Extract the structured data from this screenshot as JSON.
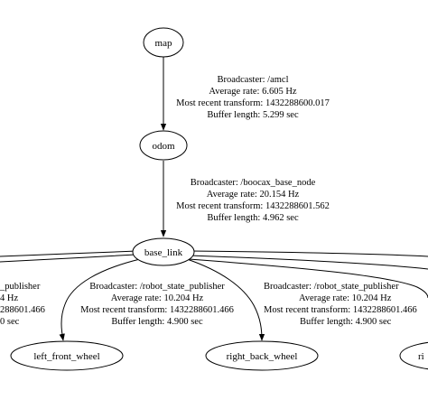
{
  "graph": {
    "nodes": {
      "map": "map",
      "odom": "odom",
      "base_link": "base_link",
      "left_front_wheel": "left_front_wheel",
      "right_back_wheel": "right_back_wheel",
      "right_front_wheel_partial": "ri"
    },
    "edges": {
      "map_odom": {
        "broadcaster": "Broadcaster: /amcl",
        "average_rate": "Average rate: 6.605 Hz",
        "most_recent": "Most recent transform: 1432288600.017",
        "buffer_length": "Buffer length: 5.299 sec"
      },
      "odom_base_link": {
        "broadcaster": "Broadcaster: /boocax_base_node",
        "average_rate": "Average rate: 20.154 Hz",
        "most_recent": "Most recent transform: 1432288601.562",
        "buffer_length": "Buffer length: 4.962 sec"
      },
      "base_link_left_offscreen": {
        "broadcaster": "_publisher",
        "average_rate": "4 Hz",
        "most_recent": "288601.466",
        "buffer_length": "0 sec"
      },
      "base_link_left_front_wheel": {
        "broadcaster": "Broadcaster: /robot_state_publisher",
        "average_rate": "Average rate: 10.204 Hz",
        "most_recent": "Most recent transform: 1432288601.466",
        "buffer_length": "Buffer length: 4.900 sec"
      },
      "base_link_right_back_wheel": {
        "broadcaster": "Broadcaster: /robot_state_publisher",
        "average_rate": "Average rate: 10.204 Hz",
        "most_recent": "Most recent transform: 1432288601.466",
        "buffer_length": "Buffer length: 4.900 sec"
      }
    }
  }
}
